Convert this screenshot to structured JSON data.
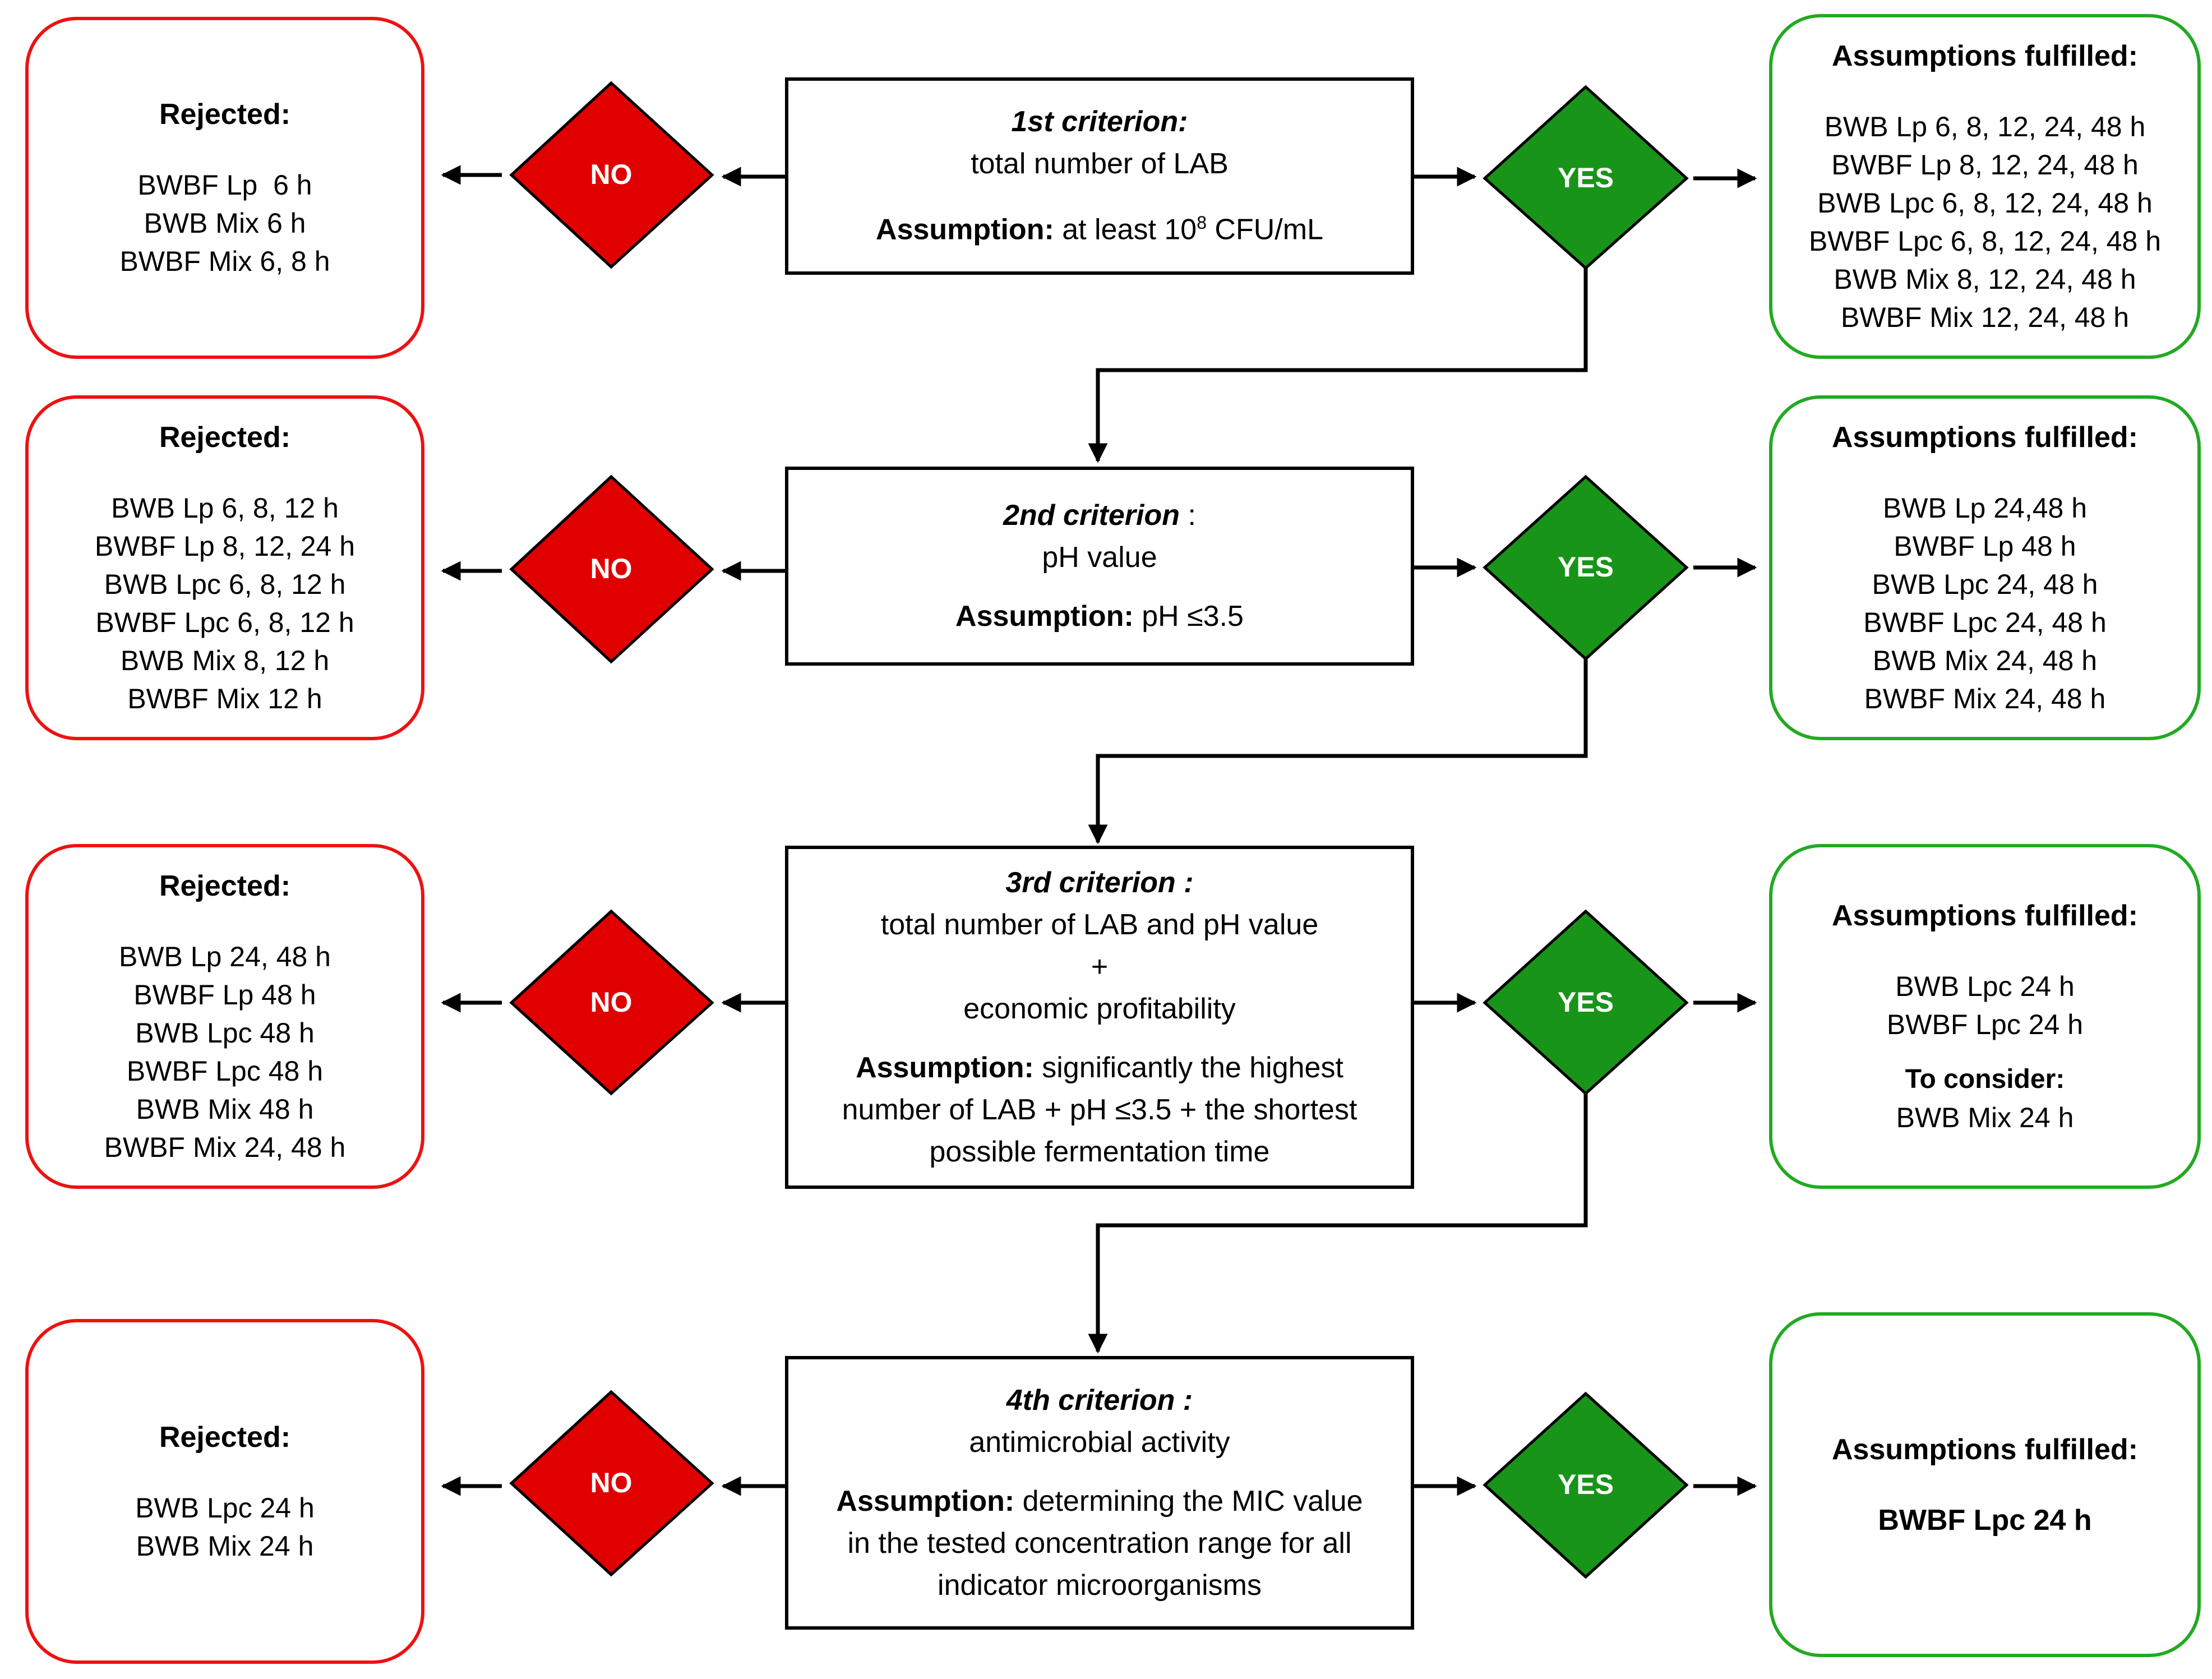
{
  "colors": {
    "no": "#e00000",
    "yes": "#189418",
    "rejected_border": "#ee1111",
    "fulfilled_border": "#22aa22",
    "arrow": "#000000"
  },
  "decision": {
    "no": "NO",
    "yes": "YES"
  },
  "rows": [
    {
      "criterion": {
        "title": "1st criterion:",
        "lines": [
          "total number of LAB"
        ],
        "assumption_label": "Assumption:",
        "assumption_text": "at least 10",
        "assumption_sup": "8",
        "assumption_tail": " CFU/mL"
      },
      "rejected": {
        "heading": "Rejected:",
        "items": [
          "BWBF Lp  6 h",
          "BWB Mix 6 h",
          "BWBF Mix 6, 8 h"
        ]
      },
      "fulfilled": {
        "heading": "Assumptions fulfilled:",
        "items": [
          "BWB Lp 6, 8, 12, 24, 48 h",
          "BWBF Lp 8, 12, 24, 48 h",
          "BWB Lpc 6, 8, 12, 24, 48 h",
          "BWBF Lpc 6, 8, 12, 24, 48 h",
          "BWB Mix 8, 12, 24, 48 h",
          "BWBF Mix 12, 24, 48 h"
        ]
      }
    },
    {
      "criterion": {
        "title": "2nd criterion",
        "title_tail": " :",
        "lines": [
          "pH value"
        ],
        "assumption_label": "Assumption:",
        "assumption_text": "pH ≤3.5"
      },
      "rejected": {
        "heading": "Rejected:",
        "items": [
          "BWB Lp 6, 8, 12 h",
          "BWBF Lp 8, 12, 24 h",
          "BWB Lpc 6, 8, 12 h",
          "BWBF Lpc 6, 8, 12 h",
          "BWB Mix 8, 12 h",
          "BWBF Mix 12 h"
        ]
      },
      "fulfilled": {
        "heading": "Assumptions fulfilled:",
        "items": [
          "BWB Lp 24,48 h",
          "BWBF Lp 48 h",
          "BWB Lpc 24, 48 h",
          "BWBF Lpc 24, 48 h",
          "BWB Mix 24, 48 h",
          "BWBF Mix 24, 48 h"
        ]
      }
    },
    {
      "criterion": {
        "title": "3rd criterion :",
        "lines": [
          "total number of LAB and pH value",
          "+",
          "economic profitability"
        ],
        "assumption_label": "Assumption:",
        "assumption_text": "significantly the highest",
        "assumption_more": [
          "number of LAB + pH ≤3.5 + the shortest",
          "possible fermentation time"
        ]
      },
      "rejected": {
        "heading": "Rejected:",
        "items": [
          "BWB Lp 24, 48 h",
          "BWBF Lp 48 h",
          "BWB Lpc 48 h",
          "BWBF Lpc 48 h",
          "BWB Mix 48 h",
          "BWBF Mix 24, 48 h"
        ]
      },
      "fulfilled": {
        "heading": "Assumptions fulfilled:",
        "items": [
          "BWB Lpc 24 h",
          "BWBF Lpc 24 h"
        ],
        "consider_heading": "To consider:",
        "consider_items": [
          "BWB Mix 24 h"
        ]
      }
    },
    {
      "criterion": {
        "title": "4th criterion :",
        "lines": [
          "antimicrobial activity"
        ],
        "assumption_label": "Assumption:",
        "assumption_text": "determining the MIC value",
        "assumption_more": [
          "in the tested concentration range for all",
          "indicator microorganisms"
        ]
      },
      "rejected": {
        "heading": "Rejected:",
        "items": [
          "BWB Lpc 24 h",
          "BWB Mix 24 h"
        ]
      },
      "fulfilled": {
        "heading": "Assumptions fulfilled:",
        "result": "BWBF Lpc 24 h"
      }
    }
  ]
}
